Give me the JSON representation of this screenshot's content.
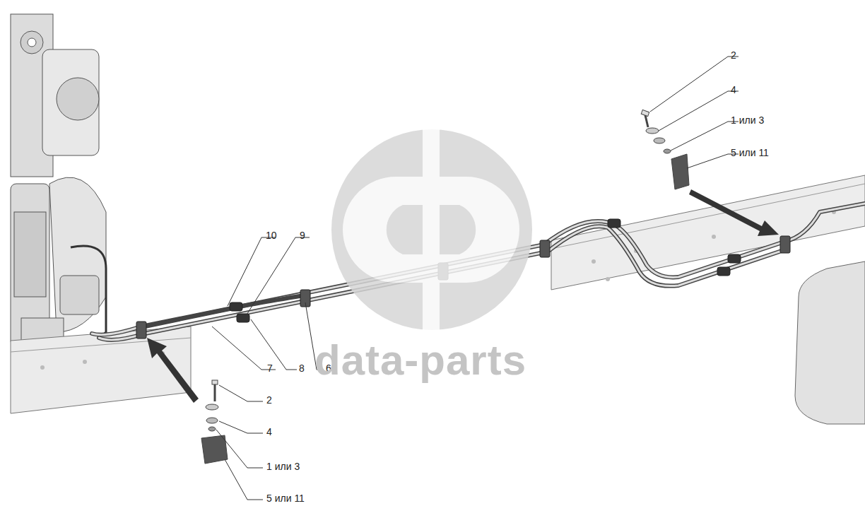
{
  "diagram": {
    "labels": [
      "2",
      "4",
      "1 или 3",
      "5 или 11",
      "10",
      "9",
      "7",
      "8",
      "6",
      "2",
      "4",
      "1 или 3",
      "5 или 11",
      "data-parts"
    ]
  }
}
